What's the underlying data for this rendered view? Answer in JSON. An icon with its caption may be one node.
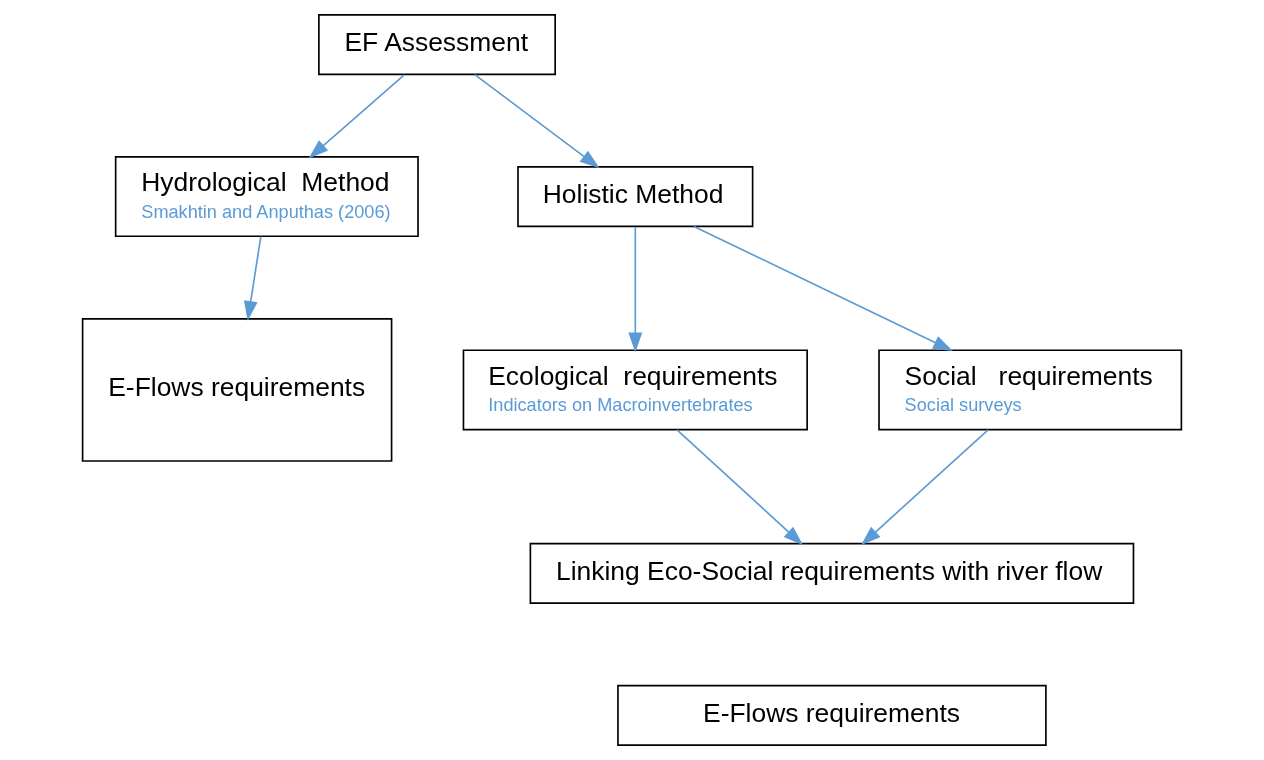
{
  "diagram": {
    "nodes": [
      {
        "text": [
          "EF Assessment"
        ]
      },
      {
        "text": [
          "Hydrological  Method",
          "Smakhtin and Anputhas (2006)"
        ]
      },
      {
        "text": [
          "Holistic Method"
        ]
      },
      {
        "text": [
          "E-Flows requirements"
        ]
      },
      {
        "text": [
          "Ecological  requirements",
          "Indicators on Macroinvertebrates"
        ]
      },
      {
        "text": [
          "Social   requirements",
          "Social surveys"
        ]
      },
      {
        "text": [
          "Linking Eco-Social requirements with river flow"
        ]
      },
      {
        "text": [
          "E-Flows requirements"
        ]
      }
    ],
    "edges": [
      {
        "from": 0,
        "to": 1,
        "arrow": "to"
      },
      {
        "from": 0,
        "to": 2,
        "arrow": "to"
      },
      {
        "from": 1,
        "to": 3,
        "arrow": "to"
      },
      {
        "from": 2,
        "to": 4,
        "arrow": "to"
      },
      {
        "from": 2,
        "to": 5,
        "arrow": "to"
      },
      {
        "from": 4,
        "to": 6,
        "arrow": "to"
      },
      {
        "from": 5,
        "to": 6,
        "arrow": "to"
      }
    ]
  }
}
